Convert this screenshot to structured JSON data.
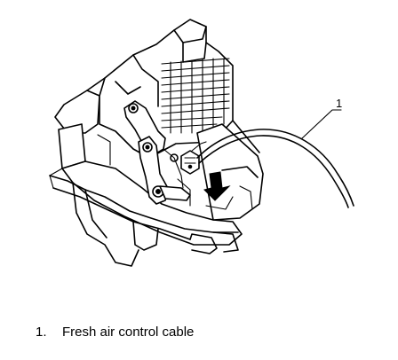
{
  "callout": {
    "number": "1"
  },
  "legend": [
    {
      "number": "1.",
      "label": "Fresh air control cable"
    }
  ]
}
